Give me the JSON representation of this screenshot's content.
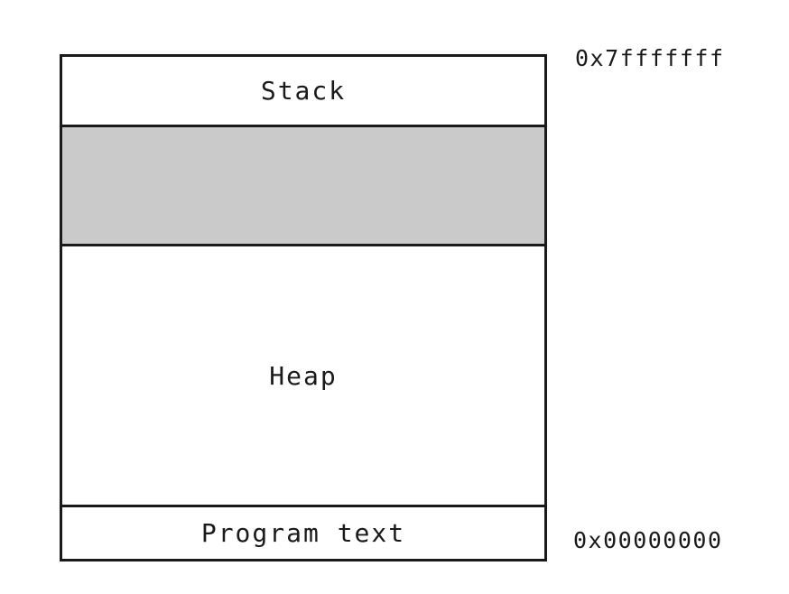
{
  "diagram": {
    "description": "Process memory layout diagram",
    "memory_box": {
      "sections": [
        {
          "id": "stack",
          "label": "Stack",
          "fill": "#ffffff"
        },
        {
          "id": "free-gap",
          "label": "",
          "fill": "#cacaca"
        },
        {
          "id": "heap",
          "label": "Heap",
          "fill": "#ffffff"
        },
        {
          "id": "program-text",
          "label": "Program text",
          "fill": "#ffffff"
        }
      ]
    },
    "addresses": {
      "top": "0x7fffffff",
      "bottom": "0x00000000"
    },
    "colors": {
      "border": "#1a1a1a",
      "gap_fill": "#cacaca",
      "text": "#1a1a1a",
      "background": "#ffffff"
    }
  }
}
